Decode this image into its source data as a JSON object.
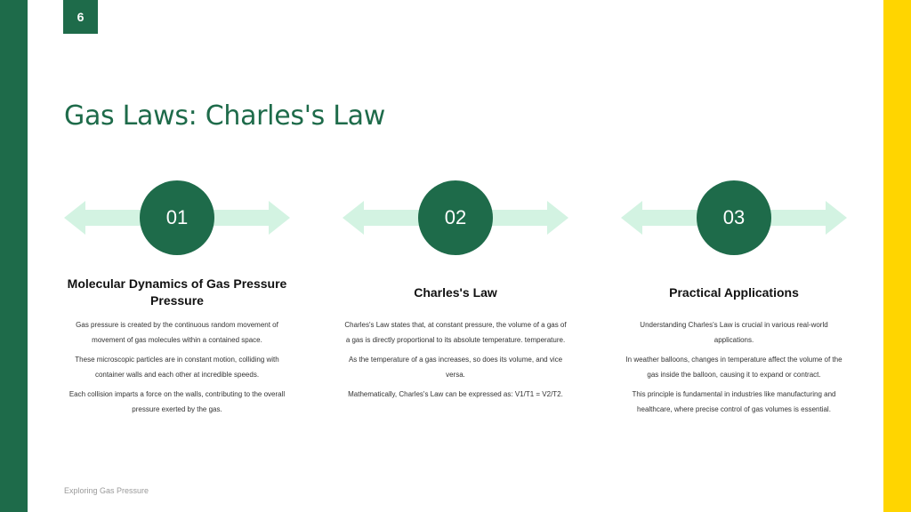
{
  "slide": {
    "page_number": "6",
    "title": "Gas Laws: Charles's Law",
    "footer": "Exploring Gas Pressure"
  },
  "colors": {
    "primary_green": "#1e6b4a",
    "accent_yellow": "#ffd500",
    "arrow_mint": "#d3f3e2"
  },
  "columns": [
    {
      "number": "01",
      "heading": "Molecular Dynamics of Gas Pressure Pressure",
      "paragraphs": [
        "Gas pressure is created by the continuous random movement of movement of gas molecules within a contained space.",
        "These microscopic particles are in constant motion, colliding with container walls and each other at incredible speeds.",
        "Each collision imparts a force on the walls, contributing to the overall pressure exerted by the gas."
      ]
    },
    {
      "number": "02",
      "heading": "Charles's Law",
      "paragraphs": [
        "Charles's Law states that, at constant pressure, the volume of a gas of a gas is directly proportional to its absolute temperature. temperature.",
        "As the temperature of a gas increases, so does its volume, and vice versa.",
        "Mathematically, Charles's Law can be expressed as: V1/T1 = V2/T2."
      ]
    },
    {
      "number": "03",
      "heading": "Practical Applications",
      "paragraphs": [
        "Understanding Charles's Law is crucial in various real-world applications.",
        "In weather balloons, changes in temperature affect the volume of the gas inside the balloon, causing it to expand or contract.",
        "This principle is fundamental in industries like manufacturing and healthcare, where precise control of gas volumes is essential."
      ]
    }
  ]
}
